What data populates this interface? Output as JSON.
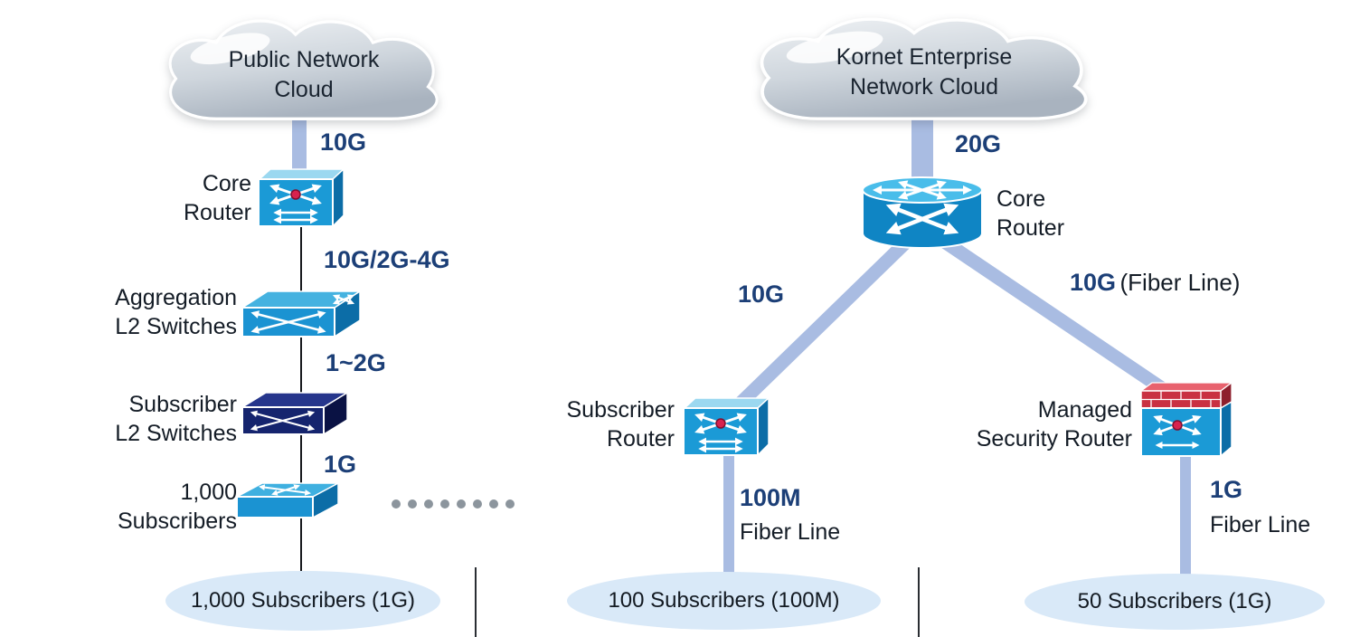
{
  "left_network": {
    "cloud_label": "Public Network\nCloud",
    "uplink_speed": "10G",
    "core_router_label": "Core\nRouter",
    "core_to_agg_speed": "10G/2G-4G",
    "aggregation_label": "Aggregation\nL2 Switches",
    "agg_to_sub_speed": "1~2G",
    "subscriber_switch_label": "Subscriber\nL2 Switches",
    "access_speed": "1G",
    "access_label": "1,000\nSubscribers",
    "footer_label": "1,000 Subscribers (1G)"
  },
  "right_network": {
    "cloud_label": "Kornet Enterprise\nNetwork Cloud",
    "uplink_speed": "20G",
    "core_router_label": "Core\nRouter",
    "left_branch_speed": "10G",
    "right_branch_speed": "10G",
    "right_branch_note": "(Fiber Line)",
    "subscriber_router_label": "Subscriber\nRouter",
    "security_router_label": "Managed\nSecurity Router",
    "left_drop_speed": "100M",
    "left_drop_type": "Fiber Line",
    "right_drop_speed": "1G",
    "right_drop_type": "Fiber Line",
    "left_footer_label": "100 Subscribers (100M)",
    "right_footer_label": "50 Subscribers (1G)"
  },
  "icons": {
    "left_cloud": "cloud-icon",
    "right_cloud": "cloud-icon",
    "left_core_router": "router-box-icon",
    "aggregation_switch": "l2-switch-icon",
    "subscriber_switch": "dark-l2-switch-icon",
    "access_switch": "access-switch-icon",
    "right_core_router": "core-router-cylinder-icon",
    "subscriber_router": "router-box-icon",
    "security_router": "firewall-router-icon",
    "more_subscribers": "ellipsis-dots"
  },
  "colors": {
    "accent_navy": "#1c3f77",
    "link_blue": "#a9bce2",
    "device_blue": "#1a97d4",
    "device_blue_dark": "#0c6da7",
    "device_blue_top": "#9bd8f0",
    "dark_switch_navy": "#15246e",
    "firewall_red": "#c93142",
    "ellipse_blue": "#d9e9f8",
    "cloud_gray": "#c3ccd4",
    "dot_gray": "#8c959d",
    "red_dot": "#d8224e"
  }
}
